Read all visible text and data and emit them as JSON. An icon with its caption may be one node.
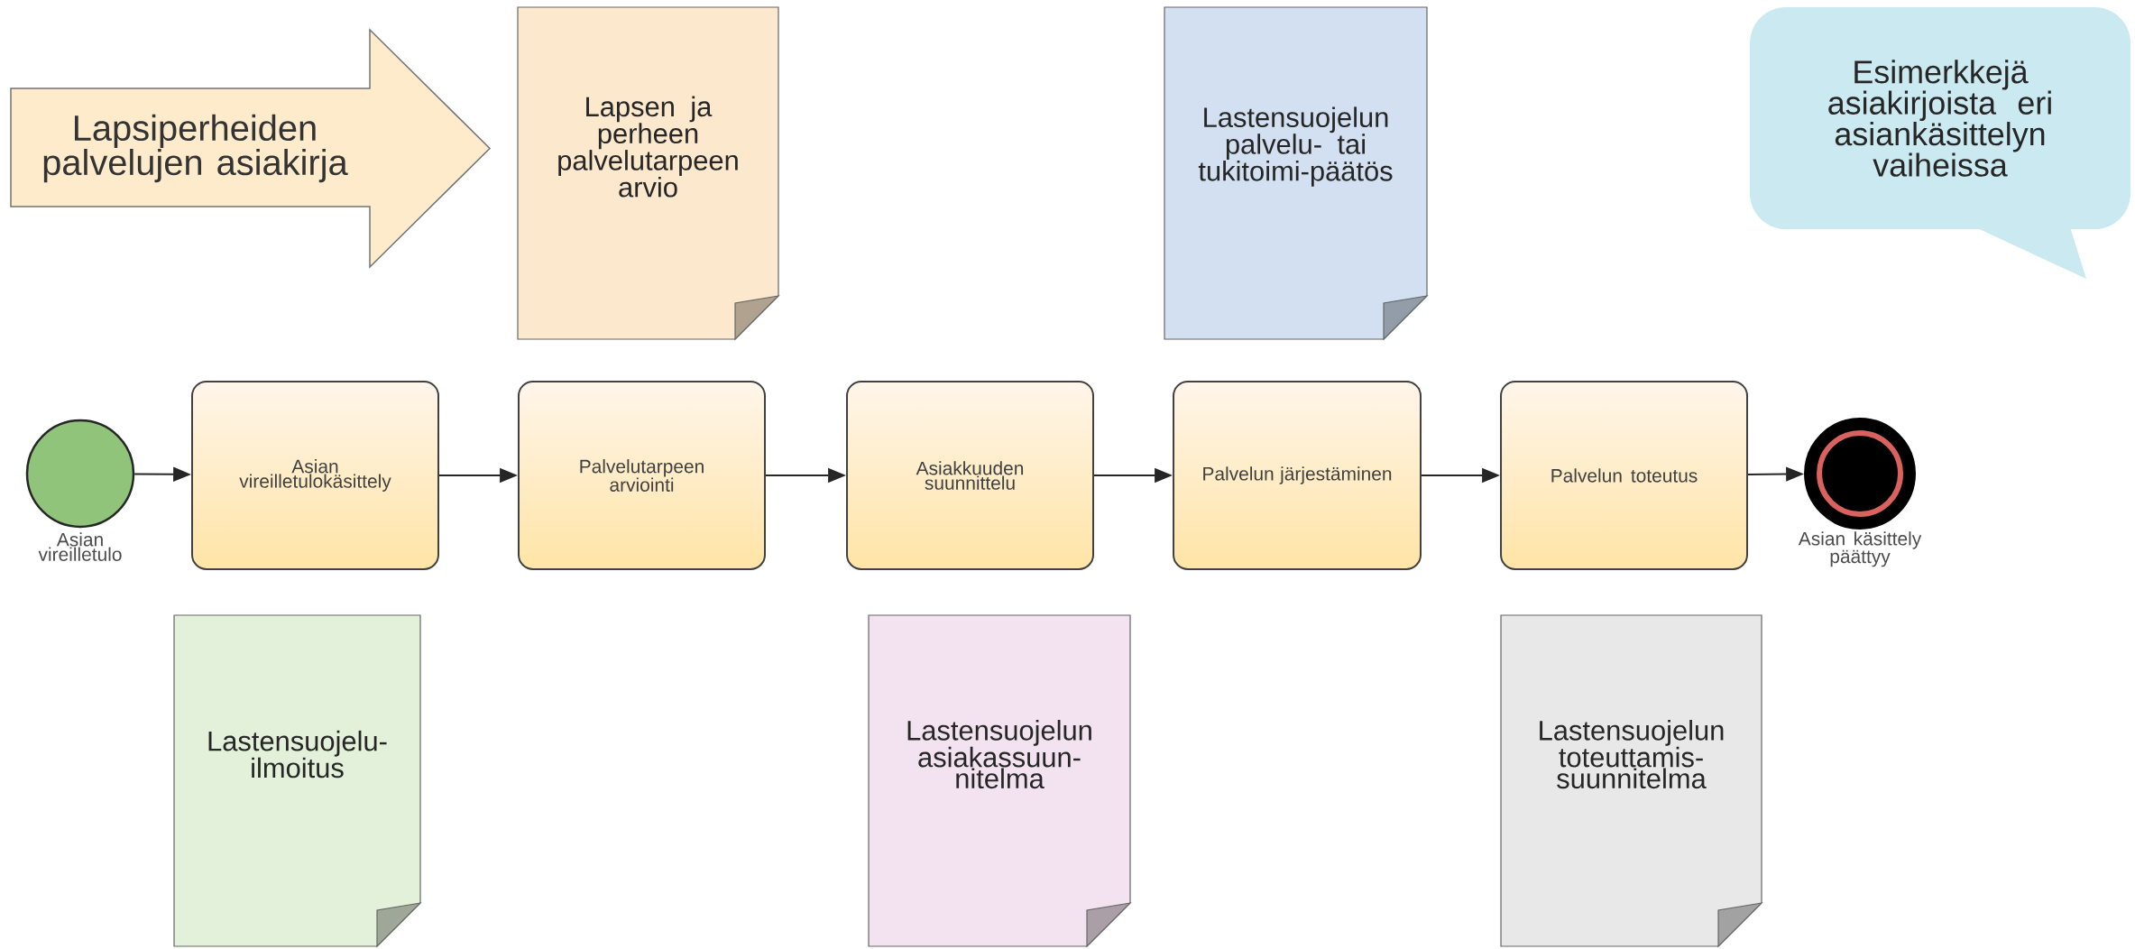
{
  "diagram": {
    "nodes": [
      {
        "text": [
          "Lapsiperheiden palvelujen asiakirja"
        ]
      },
      {
        "text": [
          "Lapsen ja perheen palvelutarpeen arvio"
        ]
      },
      {
        "text": [
          "Lastensuojelun palvelu- tai tukitoimi-päätös"
        ]
      },
      {
        "text": [
          "Esimerkkejä asiakirjoista eri asiankäsittelyn vaiheissa"
        ]
      },
      {
        "text": [],
        "shape": "circle",
        "beside": [
          "Asian vireilletulo"
        ]
      },
      {
        "text": [
          "Asian vireilletulokäsittely"
        ]
      },
      {
        "text": [
          "Palvelutarpeen arviointi"
        ]
      },
      {
        "text": [
          "Asiakkuuden suunnittelu"
        ]
      },
      {
        "text": [
          "Palvelun järjestäminen"
        ]
      },
      {
        "text": [
          "Palvelun toteutus"
        ]
      },
      {
        "text": [],
        "shape": "circle",
        "beside": [
          "Asian käsittely päättyy"
        ]
      },
      {
        "text": [
          "Lastensuojelu-ilmoitus"
        ]
      },
      {
        "text": [
          "Lastensuojelun asiakassuun-nitelma"
        ]
      },
      {
        "text": [
          "Lastensuojelun toteuttamis-suunnitelma"
        ]
      }
    ],
    "edges": [
      {
        "from": 4,
        "to": 5,
        "arrow": "to"
      },
      {
        "from": 5,
        "to": 6,
        "arrow": "to"
      },
      {
        "from": 6,
        "to": 7,
        "arrow": "to"
      },
      {
        "from": 7,
        "to": 8,
        "arrow": "to"
      },
      {
        "from": 8,
        "to": 9,
        "arrow": "to"
      },
      {
        "from": 9,
        "to": 10,
        "arrow": "to"
      }
    ]
  }
}
